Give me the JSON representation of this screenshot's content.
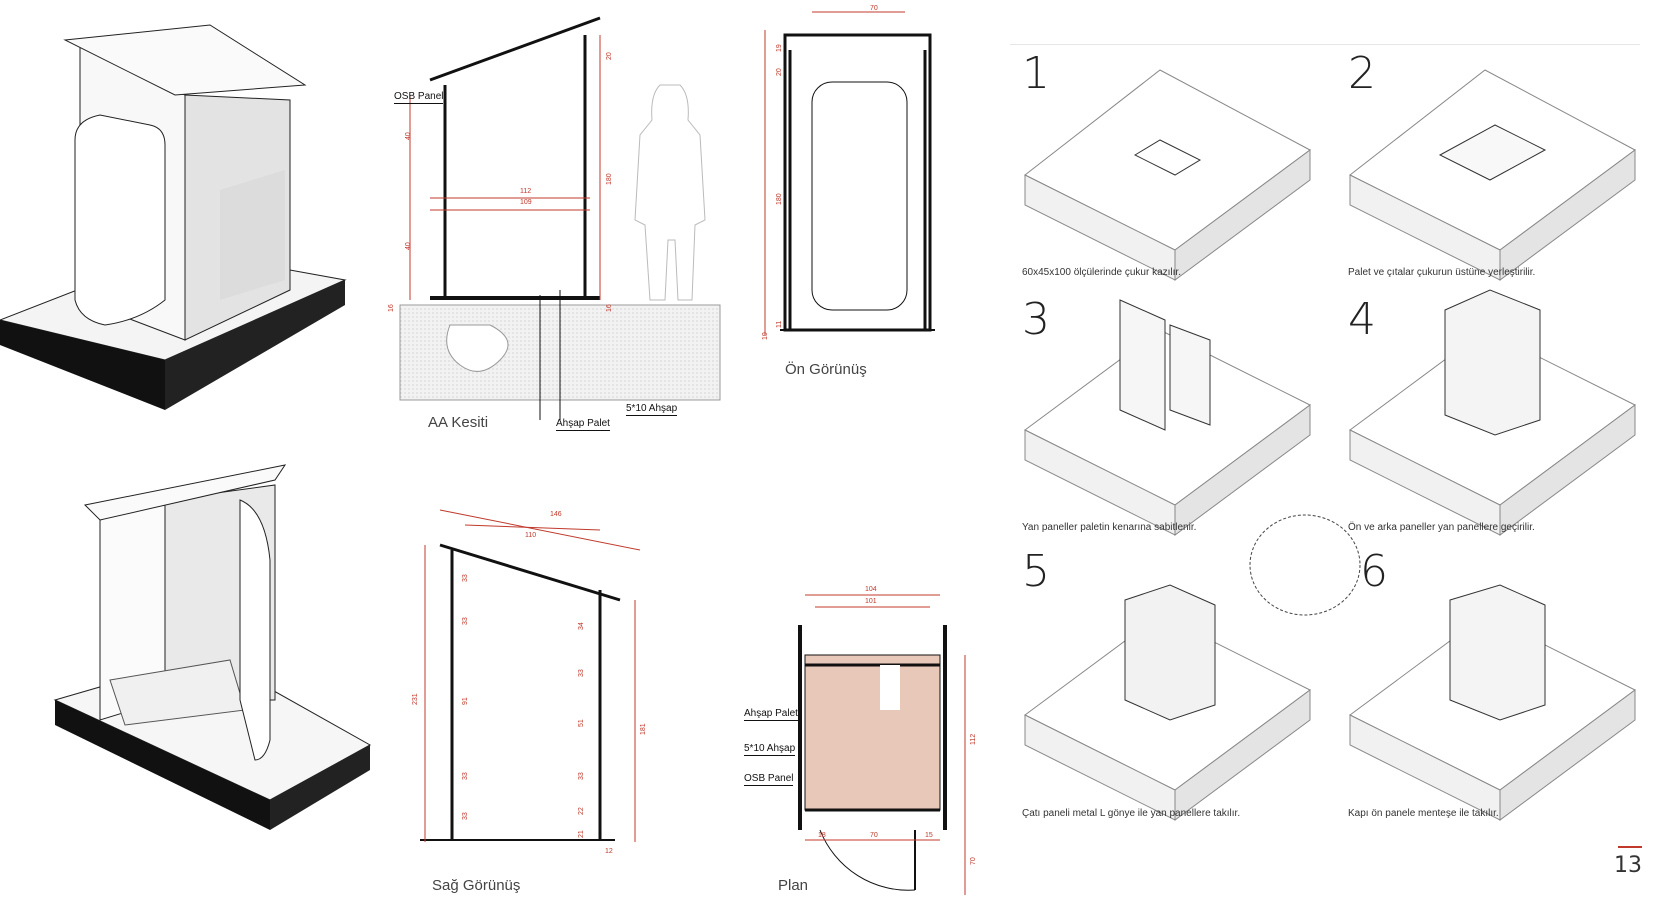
{
  "views": {
    "section_title": "AA Kesiti",
    "front_title": "Ön Görünüş",
    "side_title": "Sağ Görünüş",
    "plan_title": "Plan"
  },
  "labels": {
    "osb_panel_section": "OSB Panel",
    "ahsap_palet_section": "Ahşap Palet",
    "ahsap_5x10_section": "5*10 Ahşap",
    "plan_ahsap_palet": "Ahşap Palet",
    "plan_5x10": "5*10 Ahşap",
    "plan_osb": "OSB Panel"
  },
  "dimensions": {
    "section": [
      "20",
      "40",
      "180",
      "112",
      "109",
      "40",
      "16",
      "16"
    ],
    "front": [
      "70",
      "19",
      "20",
      "180",
      "11",
      "10"
    ],
    "side": [
      "146",
      "110",
      "33",
      "33",
      "91",
      "33",
      "33",
      "34",
      "33",
      "51",
      "33",
      "22",
      "21",
      "231",
      "181",
      "12"
    ],
    "plan": [
      "104",
      "101",
      "112",
      "18",
      "70",
      "15",
      "70"
    ]
  },
  "steps": [
    {
      "num": "1",
      "caption": "60x45x100 ölçülerinde çukur kazılır."
    },
    {
      "num": "2",
      "caption": "Palet ve çıtalar çukurun üstüne yerleştirilir."
    },
    {
      "num": "3",
      "caption": "Yan paneller paletin kenarına sabitlenir."
    },
    {
      "num": "4",
      "caption": "Ön ve arka paneller yan panellere geçirilir."
    },
    {
      "num": "5",
      "caption": "Çatı paneli metal L gönye ile yan panellere takılır."
    },
    {
      "num": "6",
      "caption": "Kapı ön panele menteşe ile takılır."
    }
  ],
  "page_number": "13",
  "colors": {
    "accent": "#c0392b",
    "line": "#111111",
    "wood": "#e8c8b8"
  }
}
